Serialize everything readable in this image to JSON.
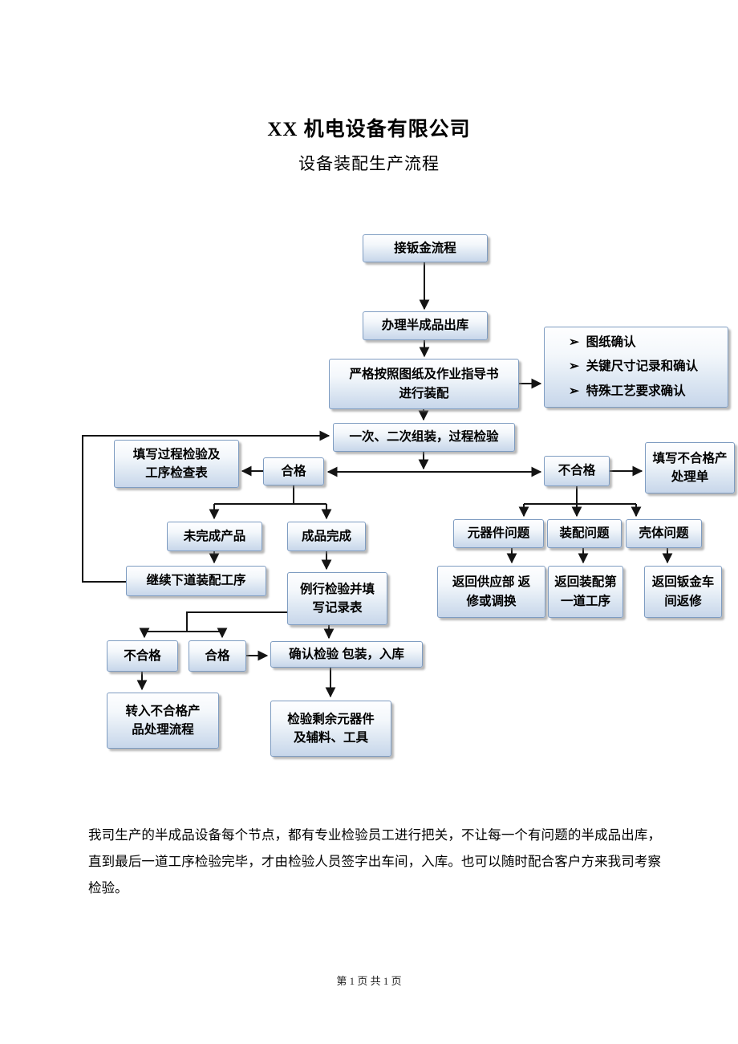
{
  "page": {
    "title": "XX 机电设备有限公司",
    "subtitle": "设备装配生产流程",
    "paragraph": "我司生产的半成品设备每个节点，都有专业检验员工进行把关，不让每一个有问题的半成品出库，直到最后一道工序检验完毕，才由检验人员签字出车间，入库。也可以随时配合客户方来我司考察检验。",
    "footer": "第 1 页 共 1 页"
  },
  "flowchart": {
    "nodes": [
      {
        "key": "receive-sheet-metal-flow",
        "label": "接钣金流程"
      },
      {
        "key": "semi-product-outbound",
        "label": "办理半成品出库"
      },
      {
        "key": "strict-assembly-per-drawings",
        "label": "严格按照图纸及作业指导书\n进行装配"
      },
      {
        "key": "confirmation-checklist",
        "label": "➢  图纸确认\n➢  关键尺寸记录和确认\n➢  特殊工艺要求确认"
      },
      {
        "key": "assembly-process-inspection",
        "label": "一次、二次组装，过程检验"
      },
      {
        "key": "fill-process-inspection-sheet",
        "label": "填写过程检验及\n工序检查表"
      },
      {
        "key": "qualified-1",
        "label": "合格"
      },
      {
        "key": "unqualified-1",
        "label": "不合格"
      },
      {
        "key": "fill-nonconforming-form",
        "label": "填写不合格产\n处理单"
      },
      {
        "key": "unfinished-product",
        "label": "未完成产品"
      },
      {
        "key": "finished-product",
        "label": "成品完成"
      },
      {
        "key": "component-issue",
        "label": "元器件问题"
      },
      {
        "key": "assembly-issue",
        "label": "装配问题"
      },
      {
        "key": "shell-issue",
        "label": "壳体问题"
      },
      {
        "key": "continue-next-assembly-step",
        "label": "继续下道装配工序"
      },
      {
        "key": "routine-inspection-record",
        "label": "例行检验并填\n写记录表"
      },
      {
        "key": "return-supply-dept",
        "label": "返回供应部 返\n修或调换"
      },
      {
        "key": "return-assembly-first-step",
        "label": "返回装配第\n一道工序"
      },
      {
        "key": "return-sheet-metal-shop",
        "label": "返回钣金车\n间返修"
      },
      {
        "key": "unqualified-2",
        "label": "不合格"
      },
      {
        "key": "qualified-2",
        "label": "合格"
      },
      {
        "key": "confirm-inspection-pack-stock",
        "label": "确认检验 包装，入库"
      },
      {
        "key": "to-nonconforming-flow",
        "label": "转入不合格产\n品处理流程"
      },
      {
        "key": "inspect-remaining-components",
        "label": "检验剩余元器件\n及辅料、工具"
      }
    ]
  }
}
